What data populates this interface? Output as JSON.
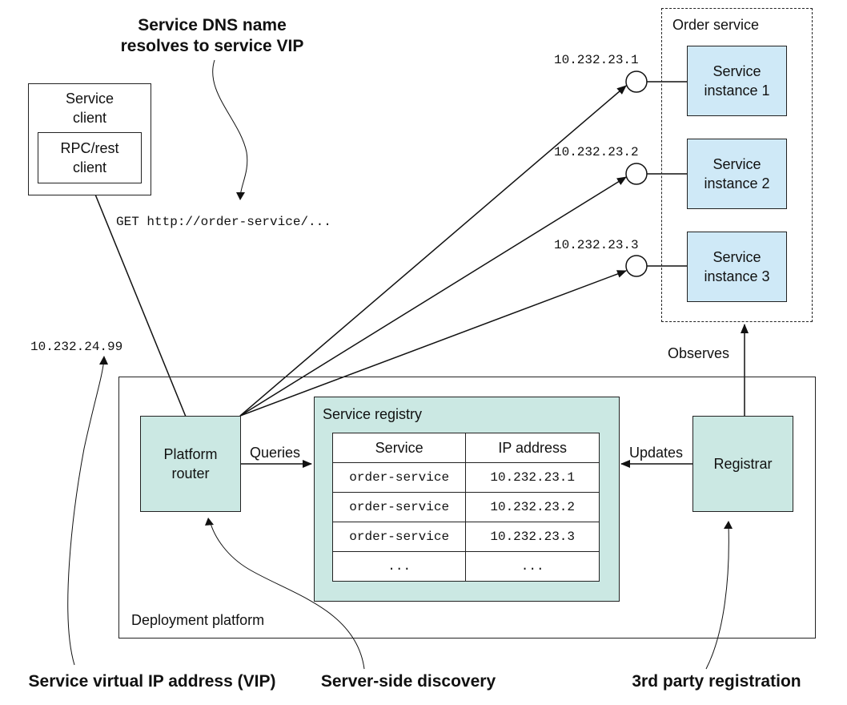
{
  "annotations": {
    "dns_note": "Service DNS name\nresolves to service VIP",
    "vip_note": "Service virtual IP address (VIP)",
    "server_side_note": "Server-side discovery",
    "third_party_note": "3rd party registration"
  },
  "client": {
    "outer_label": "Service\nclient",
    "inner_label": "RPC/rest\nclient",
    "request": "GET http://order-service/..."
  },
  "vip_address": "10.232.24.99",
  "order_service": {
    "title": "Order service",
    "instances": [
      {
        "label": "Service\ninstance 1",
        "ip": "10.232.23.1"
      },
      {
        "label": "Service\ninstance 2",
        "ip": "10.232.23.2"
      },
      {
        "label": "Service\ninstance 3",
        "ip": "10.232.23.3"
      }
    ]
  },
  "platform": {
    "label": "Deployment platform",
    "router_label": "Platform\nrouter",
    "queries_label": "Queries",
    "updates_label": "Updates",
    "observes_label": "Observes",
    "registrar_label": "Registrar"
  },
  "registry": {
    "title": "Service registry",
    "headers": [
      "Service",
      "IP address"
    ],
    "rows": [
      [
        "order-service",
        "10.232.23.1"
      ],
      [
        "order-service",
        "10.232.23.2"
      ],
      [
        "order-service",
        "10.232.23.3"
      ],
      [
        "...",
        "..."
      ]
    ]
  },
  "colors": {
    "teal": "#cbe8e3",
    "blue": "#cfe9f7",
    "stroke": "#222222"
  }
}
